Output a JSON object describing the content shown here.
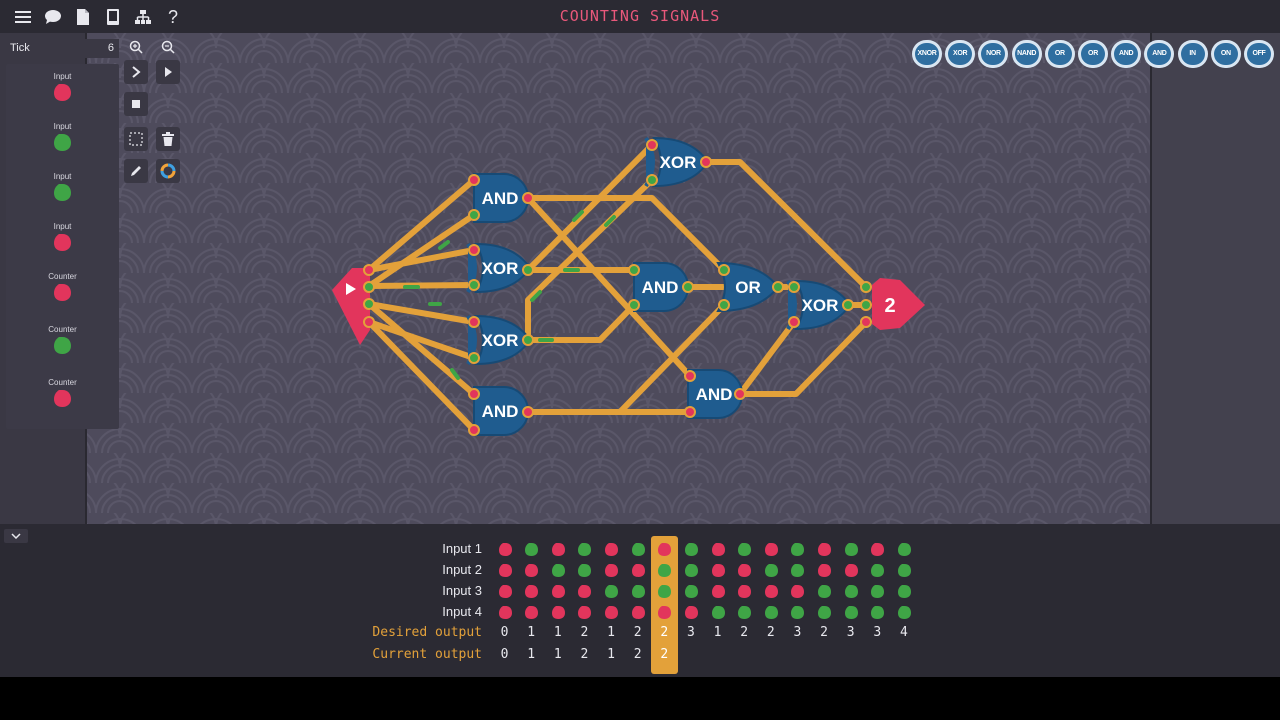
{
  "title": "COUNTING SIGNALS",
  "colors": {
    "on": "#3fa546",
    "off": "#e2355c",
    "wire": "#e3a13a",
    "gate": "#1f5c8f",
    "accent": "#e9587b",
    "highlight": "#e3a13a"
  },
  "toolbar": {
    "icons": [
      "menu-icon",
      "chat-icon",
      "document-icon",
      "book-icon",
      "hierarchy-icon",
      "help-icon"
    ],
    "help_label": "?"
  },
  "tick": {
    "label": "Tick",
    "value": "6"
  },
  "io_panel": [
    {
      "label": "Input",
      "state": "off"
    },
    {
      "label": "Input",
      "state": "on"
    },
    {
      "label": "Input",
      "state": "on"
    },
    {
      "label": "Input",
      "state": "off"
    },
    {
      "label": "Counter",
      "state": "off"
    },
    {
      "label": "Counter",
      "state": "on"
    },
    {
      "label": "Counter",
      "state": "off"
    }
  ],
  "gate_palette": [
    "XNOR",
    "XOR",
    "NOR",
    "NAND",
    "OR",
    "OR",
    "AND",
    "AND",
    "IN",
    "ON",
    "OFF"
  ],
  "gates": [
    {
      "type": "xor",
      "label": "XOR"
    },
    {
      "type": "and",
      "label": "AND"
    },
    {
      "type": "xor",
      "label": "XOR"
    },
    {
      "type": "xor",
      "label": "XOR"
    },
    {
      "type": "and",
      "label": "AND"
    },
    {
      "type": "and",
      "label": "AND"
    },
    {
      "type": "or",
      "label": "OR"
    },
    {
      "type": "xor",
      "label": "XOR"
    },
    {
      "type": "and",
      "label": "AND"
    }
  ],
  "output_value": "2",
  "truth_table": {
    "row_labels": [
      "Input 1",
      "Input 2",
      "Input 3",
      "Input 4",
      "Desired output",
      "Current output"
    ],
    "inputs": [
      [
        "off",
        "on",
        "off",
        "on",
        "off",
        "on",
        "off",
        "on",
        "off",
        "on",
        "off",
        "on",
        "off",
        "on",
        "off",
        "on"
      ],
      [
        "off",
        "off",
        "on",
        "on",
        "off",
        "off",
        "on",
        "on",
        "off",
        "off",
        "on",
        "on",
        "off",
        "off",
        "on",
        "on"
      ],
      [
        "off",
        "off",
        "off",
        "off",
        "on",
        "on",
        "on",
        "on",
        "off",
        "off",
        "off",
        "off",
        "on",
        "on",
        "on",
        "on"
      ],
      [
        "off",
        "off",
        "off",
        "off",
        "off",
        "off",
        "off",
        "off",
        "on",
        "on",
        "on",
        "on",
        "on",
        "on",
        "on",
        "on"
      ]
    ],
    "desired": [
      "0",
      "1",
      "1",
      "2",
      "1",
      "2",
      "2",
      "3",
      "1",
      "2",
      "2",
      "3",
      "2",
      "3",
      "3",
      "4"
    ],
    "current": [
      "0",
      "1",
      "1",
      "2",
      "1",
      "2",
      "2"
    ],
    "highlight_column": 6
  }
}
